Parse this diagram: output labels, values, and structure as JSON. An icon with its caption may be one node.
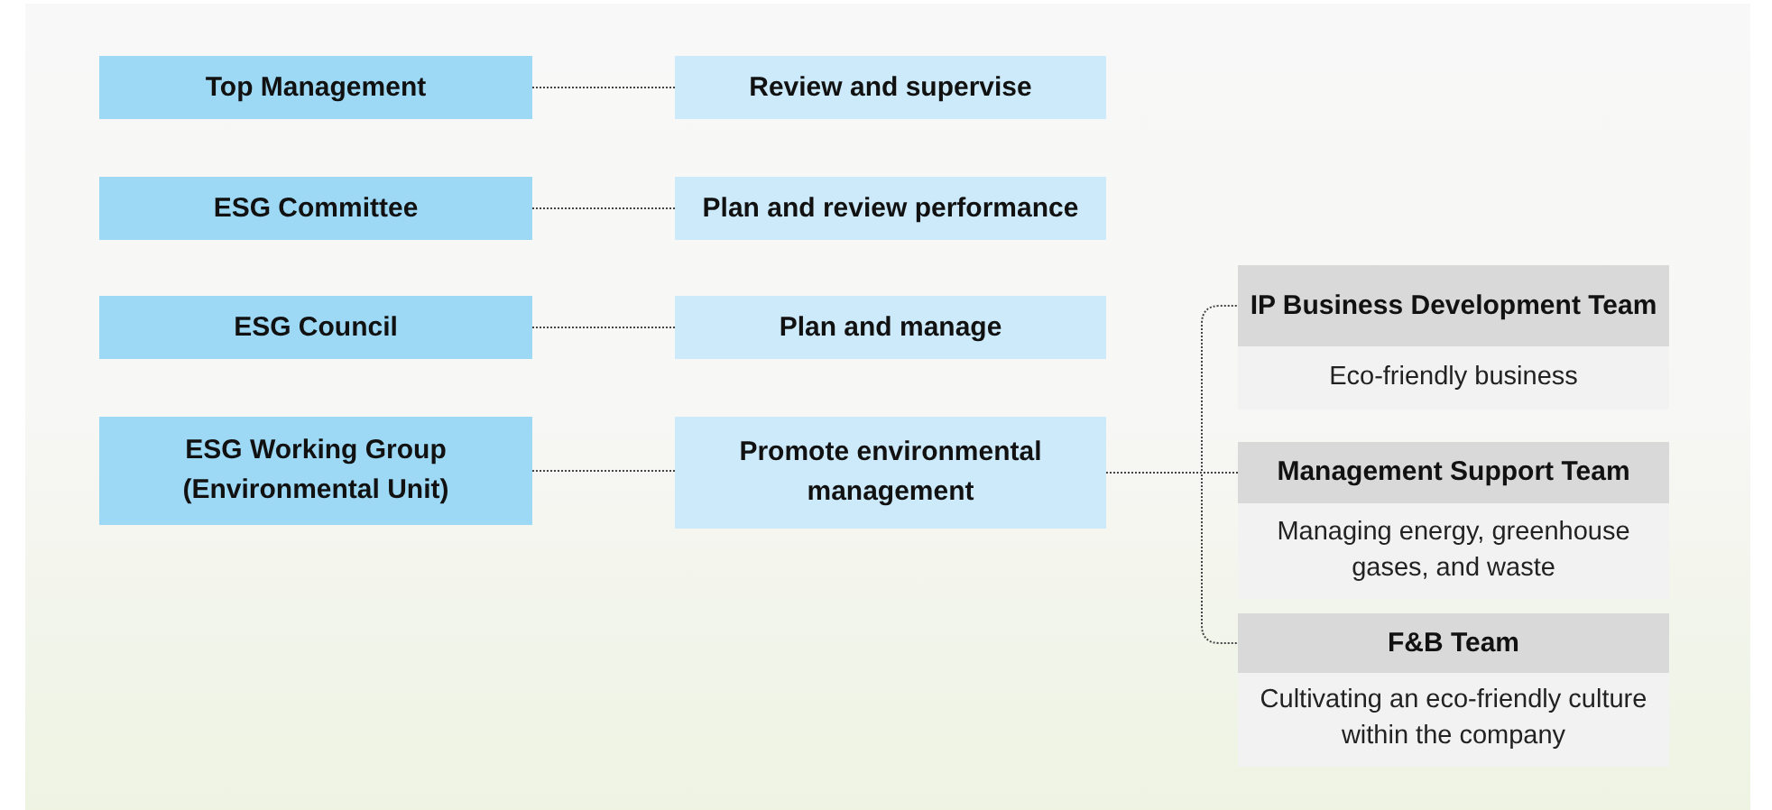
{
  "diagram": {
    "nodes": [
      {
        "text": [
          "Top Management"
        ]
      },
      {
        "text": [
          "Review and supervise"
        ]
      },
      {
        "text": [
          "ESG Committee"
        ]
      },
      {
        "text": [
          "Plan and review performance"
        ]
      },
      {
        "text": [
          "ESG Council"
        ]
      },
      {
        "text": [
          "Plan and manage"
        ]
      },
      {
        "text": [
          "ESG Working Group (Environmental Unit)"
        ]
      },
      {
        "text": [
          "Promote environmental management"
        ]
      },
      {
        "text": [
          "IP Business Development Team",
          "Eco-friendly business"
        ]
      },
      {
        "text": [
          "Management Support Team",
          "Managing energy, greenhouse gases, and waste"
        ]
      },
      {
        "text": [
          "F&B Team",
          "Cultivating an eco-friendly culture within the company"
        ]
      }
    ],
    "edges": [
      {
        "from": 0,
        "to": 1,
        "arrow": "none"
      },
      {
        "from": 2,
        "to": 3,
        "arrow": "none"
      },
      {
        "from": 4,
        "to": 5,
        "arrow": "none"
      },
      {
        "from": 6,
        "to": 7,
        "arrow": "none"
      },
      {
        "from": 7,
        "to": 8,
        "arrow": "none"
      },
      {
        "from": 7,
        "to": 9,
        "arrow": "none"
      },
      {
        "from": 7,
        "to": 10,
        "arrow": "none"
      }
    ]
  }
}
